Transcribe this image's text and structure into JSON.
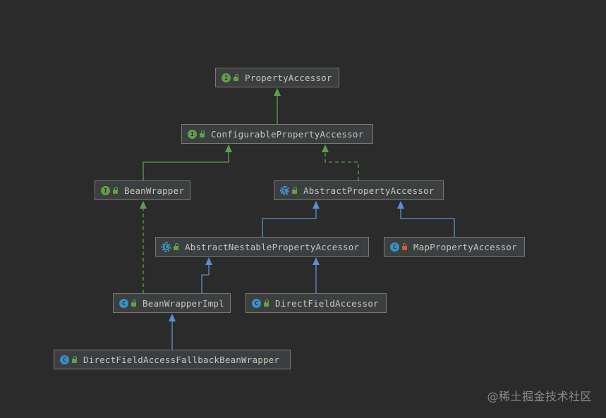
{
  "diagram": {
    "nodes": {
      "property_accessor": {
        "label": "PropertyAccessor",
        "kind": "interface",
        "kind_icon": "I",
        "visibility": "public"
      },
      "configurable_property_accessor": {
        "label": "ConfigurablePropertyAccessor",
        "kind": "interface",
        "kind_icon": "I",
        "visibility": "public"
      },
      "bean_wrapper": {
        "label": "BeanWrapper",
        "kind": "interface",
        "kind_icon": "I",
        "visibility": "public"
      },
      "abstract_property_accessor": {
        "label": "AbstractPropertyAccessor",
        "kind": "abstract-class",
        "kind_icon": "C",
        "visibility": "public"
      },
      "abstract_nestable_property_accessor": {
        "label": "AbstractNestablePropertyAccessor",
        "kind": "abstract-class",
        "kind_icon": "C",
        "visibility": "public"
      },
      "map_property_accessor": {
        "label": "MapPropertyAccessor",
        "kind": "class",
        "kind_icon": "C",
        "visibility": "private"
      },
      "bean_wrapper_impl": {
        "label": "BeanWrapperImpl",
        "kind": "class",
        "kind_icon": "C",
        "visibility": "public"
      },
      "direct_field_accessor": {
        "label": "DirectFieldAccessor",
        "kind": "class",
        "kind_icon": "C",
        "visibility": "public"
      },
      "direct_field_access_fallback_bean_wrapper": {
        "label": "DirectFieldAccessFallbackBeanWrapper",
        "kind": "class",
        "kind_icon": "C",
        "visibility": "public"
      }
    },
    "edges": [
      {
        "from": "configurable_property_accessor",
        "to": "property_accessor",
        "type": "extends-interface"
      },
      {
        "from": "bean_wrapper",
        "to": "configurable_property_accessor",
        "type": "extends-interface"
      },
      {
        "from": "abstract_property_accessor",
        "to": "configurable_property_accessor",
        "type": "implements"
      },
      {
        "from": "abstract_nestable_property_accessor",
        "to": "abstract_property_accessor",
        "type": "extends-class"
      },
      {
        "from": "map_property_accessor",
        "to": "abstract_property_accessor",
        "type": "extends-class"
      },
      {
        "from": "bean_wrapper_impl",
        "to": "abstract_nestable_property_accessor",
        "type": "extends-class"
      },
      {
        "from": "bean_wrapper_impl",
        "to": "bean_wrapper",
        "type": "implements"
      },
      {
        "from": "direct_field_accessor",
        "to": "abstract_nestable_property_accessor",
        "type": "extends-class"
      },
      {
        "from": "direct_field_access_fallback_bean_wrapper",
        "to": "bean_wrapper_impl",
        "type": "extends-class"
      }
    ],
    "colors": {
      "background": "#2b2b2b",
      "node_fill": "#3c3f41",
      "node_border": "#7a7a6e",
      "interface_icon": "#62a143",
      "class_icon": "#3592c4",
      "extends_class_edge": "#5a8fd6",
      "extends_interface_edge": "#5e9e4a",
      "implements_edge": "#5e9e4a",
      "open_lock": "#62a143",
      "closed_lock": "#d25f2a"
    }
  },
  "watermark": "@稀土掘金技术社区"
}
